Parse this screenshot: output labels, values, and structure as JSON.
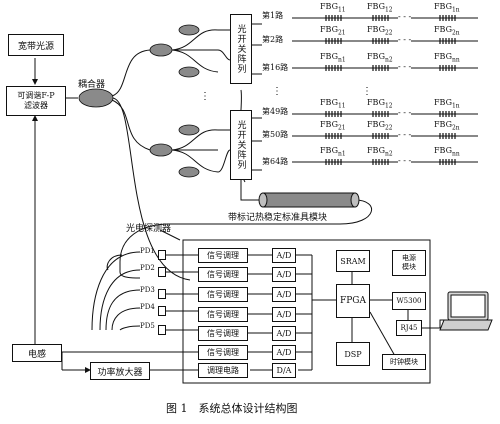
{
  "sources": {
    "broadband": "宽带光源",
    "tunable_line1": "可调谐F-P",
    "tunable_line2": "滤波器",
    "coupler": "耦合器"
  },
  "switch_label": "光开关阵列",
  "group1": {
    "channels": [
      "第1路",
      "第2路",
      "第16路"
    ],
    "fbg_rows": [
      [
        "11",
        "12",
        "1n"
      ],
      [
        "21",
        "22",
        "2n"
      ],
      [
        "n1",
        "n2",
        "nn"
      ]
    ]
  },
  "group2": {
    "channels": [
      "第49路",
      "第50路",
      "第64路"
    ],
    "fbg_rows": [
      [
        "11",
        "12",
        "1n"
      ],
      [
        "21",
        "22",
        "2n"
      ],
      [
        "n1",
        "n2",
        "nn"
      ]
    ]
  },
  "fbg_prefix": "FBG",
  "calib_module": "带标记热稳定标准具模块",
  "photodetector": "光电探测器",
  "pd_labels": [
    "PD1",
    "PD2",
    "PD3",
    "PD4",
    "PD5"
  ],
  "signal_cond": [
    "信号调理",
    "信号调理",
    "信号调理",
    "信号调理",
    "信号调理",
    "信号调理"
  ],
  "ad_labels": [
    "A/D",
    "A/D",
    "A/D",
    "A/D",
    "A/D",
    "A/D"
  ],
  "adjust_circuit": "调理电路",
  "da": "D/A",
  "fpga": "FPGA",
  "sram": "SRAM",
  "dsp": "DSP",
  "power_line1": "电源",
  "power_line2": "模块",
  "w5300": "W5300",
  "rj45": "RJ45",
  "clock": "时钟模块",
  "inductor": "电感",
  "power_amp": "功率放大器",
  "caption": "图 1　系统总体设计结构图",
  "ellipsis": "⋮",
  "dash_gap": "- - -"
}
